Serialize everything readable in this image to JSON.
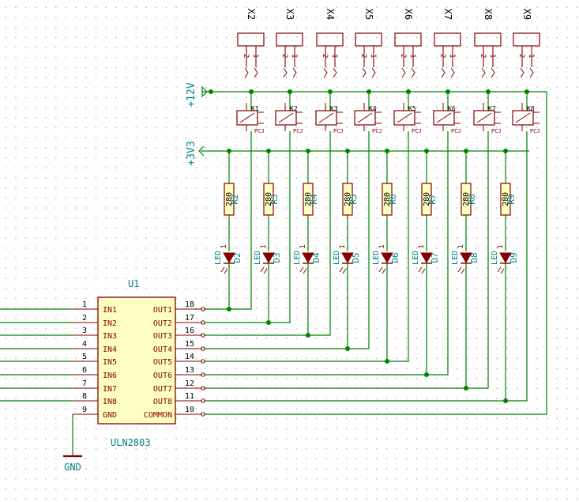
{
  "ic": {
    "ref": "U1",
    "value": "ULN2803",
    "inputs": [
      "IN1",
      "IN2",
      "IN3",
      "IN4",
      "IN5",
      "IN6",
      "IN7",
      "IN8",
      "GND"
    ],
    "outputs": [
      "OUT1",
      "OUT2",
      "OUT3",
      "OUT4",
      "OUT5",
      "OUT6",
      "OUT7",
      "OUT8",
      "COMMON"
    ],
    "left_pins": [
      "1",
      "2",
      "3",
      "4",
      "5",
      "6",
      "7",
      "8",
      "9"
    ],
    "right_pins": [
      "18",
      "17",
      "16",
      "15",
      "14",
      "13",
      "12",
      "11",
      "10"
    ]
  },
  "power": {
    "v12": "+12V",
    "v3": "+3V3",
    "gnd": "GND"
  },
  "connectors": [
    "X2",
    "X3",
    "X4",
    "X5",
    "X6",
    "X7",
    "X8",
    "X9"
  ],
  "connector_pin_numbers": [
    "2",
    "1"
  ],
  "relays": [
    "K1",
    "K2",
    "K3",
    "K4",
    "K5",
    "K6",
    "K7",
    "K8"
  ],
  "relay_part": "PCJ",
  "resistors": {
    "refs": [
      "R2",
      "R3",
      "R4",
      "R5",
      "R6",
      "R7",
      "R8",
      "R9"
    ],
    "value": "280"
  },
  "leds": {
    "refs": [
      "D2",
      "D3",
      "D4",
      "D5",
      "D6",
      "D7",
      "D8",
      "D9"
    ],
    "value": "LED",
    "pin1": "1"
  },
  "colors": {
    "wire": "#008400",
    "body_fill": "#ffffc2",
    "body_stroke": "#840000",
    "pin_text": "#840000",
    "net_text": "#008484",
    "led_fill": "#840000",
    "part_text": "#000000"
  }
}
